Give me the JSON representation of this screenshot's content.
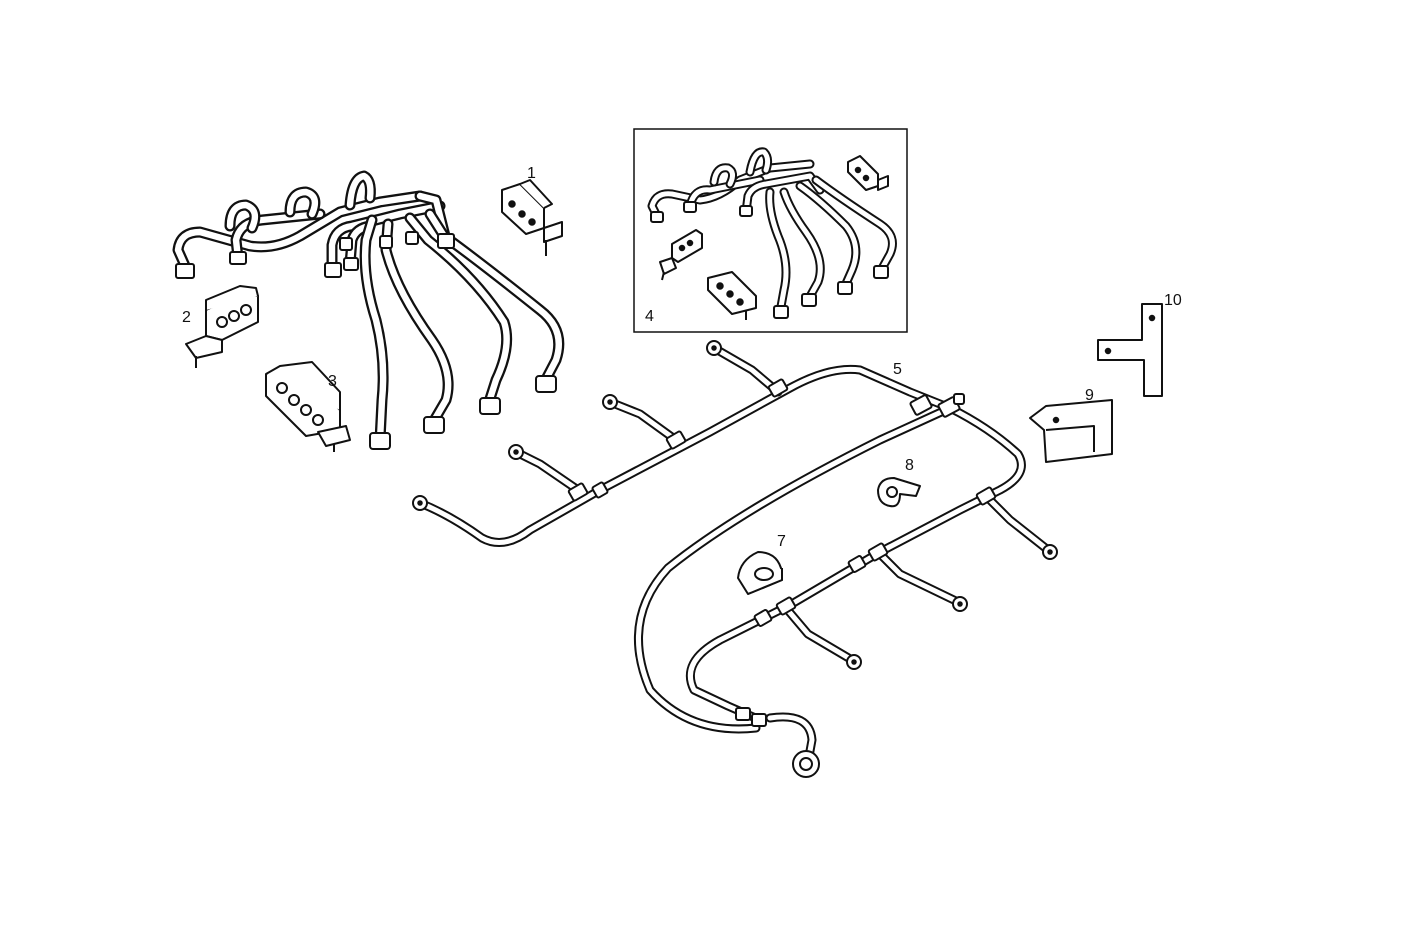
{
  "diagram": {
    "callouts": [
      "1",
      "2",
      "3",
      "4",
      "5",
      "7",
      "8",
      "9",
      "10"
    ],
    "colors": {
      "ink": "#111111",
      "paper": "#ffffff"
    }
  }
}
